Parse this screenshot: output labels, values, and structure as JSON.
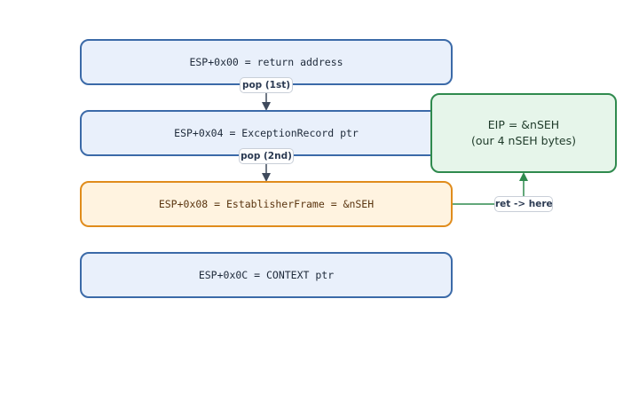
{
  "stack": [
    {
      "label": "ESP+0x00 = return address"
    },
    {
      "label": "ESP+0x04 = ExceptionRecord ptr"
    },
    {
      "label": "ESP+0x08 = EstablisherFrame = &nSEH"
    },
    {
      "label": "ESP+0x0C = CONTEXT ptr"
    }
  ],
  "edges": {
    "pop1": "pop (1st)",
    "pop2": "pop (2nd)",
    "ret": "ret -> here"
  },
  "result": {
    "line1": "EIP = &nSEH",
    "line2": "(our 4 nSEH bytes)"
  },
  "colors": {
    "stack_fill": "#e9f0fb",
    "stack_border": "#3b6aa8",
    "highlight_fill": "#fff3e0",
    "highlight_border": "#e08c1c",
    "result_fill": "#e6f5ea",
    "result_border": "#2f8a4e",
    "arrow_dark": "#3f4a5c",
    "arrow_green": "#2f8a4e"
  }
}
